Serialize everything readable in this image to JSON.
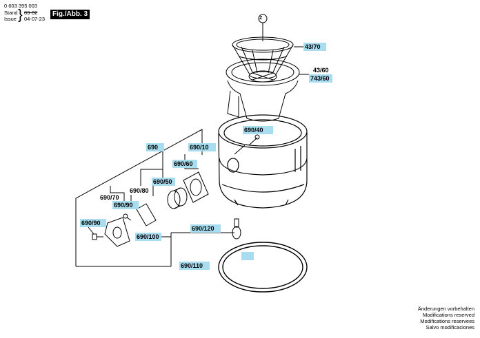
{
  "header": {
    "part_number": "0 603 395 003",
    "stand_label": "Stand",
    "stand_value": "03-02",
    "issue_label": "Issue",
    "issue_value": "04-07-23",
    "figure_title": "Fig./Abb. 3"
  },
  "callouts": {
    "z_marker": "Z",
    "p43_70": "43/70",
    "p43_60": "43/60",
    "p743_60": "743/60",
    "p690_40": "690/40",
    "p690": "690",
    "p690_10": "690/10",
    "p690_60": "690/60",
    "p690_50": "690/50",
    "p690_80": "690/80",
    "p690_70": "690/70",
    "p690_90a": "690/90",
    "p690_90b": "690/90",
    "p690_120": "690/120",
    "p690_100": "690/100",
    "p690_110": "690/110"
  },
  "footer": {
    "line1": "Änderungen vorbehalten",
    "line2": "Modifications reserved",
    "line3": "Modifications reservees",
    "line4": "Salvo modificaciones"
  },
  "colors": {
    "label_fill": "#a8dcef",
    "line": "#000000"
  }
}
